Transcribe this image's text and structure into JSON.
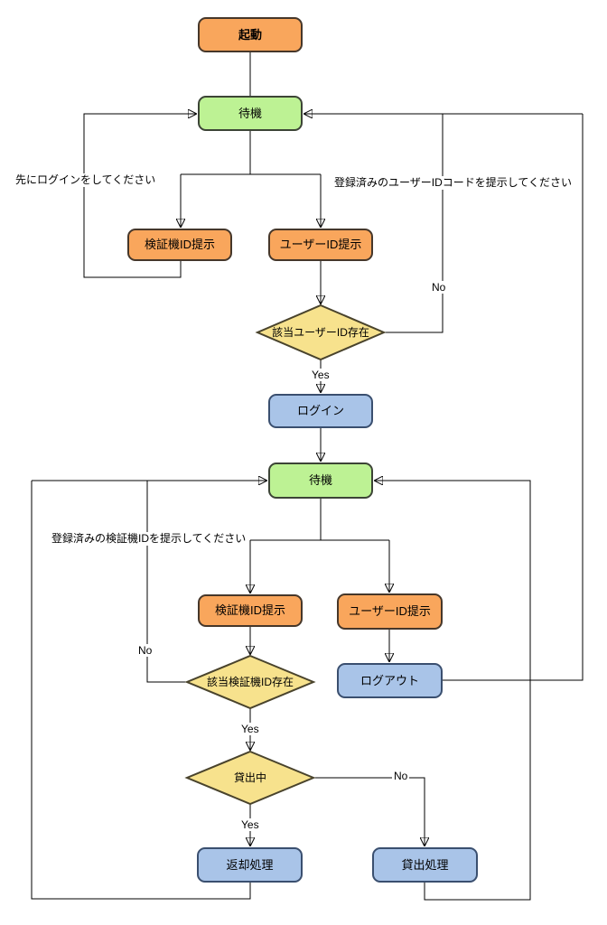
{
  "nodes": {
    "start": {
      "label": "起動"
    },
    "standby1": {
      "label": "待機"
    },
    "verifier_id_1": {
      "label": "検証機ID提示"
    },
    "user_id_1": {
      "label": "ユーザーID提示"
    },
    "user_id_exists": {
      "label": "該当ユーザーID存在"
    },
    "login": {
      "label": "ログイン"
    },
    "standby2": {
      "label": "待機"
    },
    "verifier_id_2": {
      "label": "検証機ID提示"
    },
    "user_id_2": {
      "label": "ユーザーID提示"
    },
    "logout": {
      "label": "ログアウト"
    },
    "verifier_id_exists": {
      "label": "該当検証機ID存在"
    },
    "on_loan": {
      "label": "貸出中"
    },
    "return_process": {
      "label": "返却処理"
    },
    "loan_process": {
      "label": "貸出処理"
    }
  },
  "edge_labels": {
    "user_id_exists_no": "No",
    "user_id_exists_yes": "Yes",
    "verifier_id_exists_no": "No",
    "verifier_id_exists_yes": "Yes",
    "on_loan_no": "No",
    "on_loan_yes": "Yes"
  },
  "annotations": {
    "login_first": "先にログインをしてください",
    "present_user_id": "登録済みのユーザーIDコードを提示してください",
    "present_verifier_id": "登録済みの検証機IDを提示してください"
  },
  "colors": {
    "terminator_fill": "#f9a65c",
    "process_fill": "#f9a65c",
    "state_fill": "#bdf294",
    "decision_fill": "#f7e28d",
    "action_fill": "#a9c4e8",
    "line": "#000000"
  }
}
